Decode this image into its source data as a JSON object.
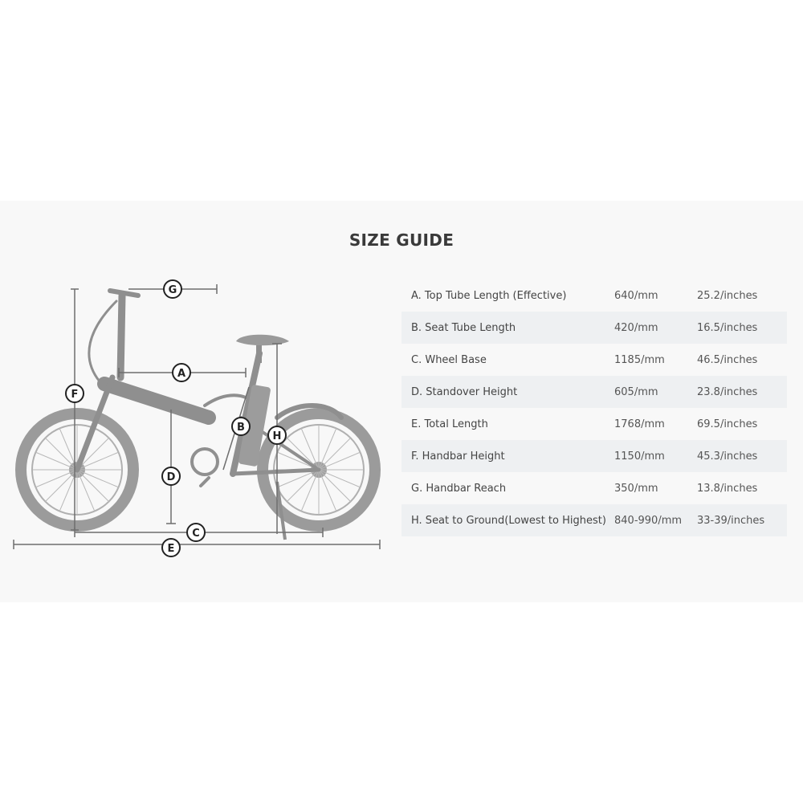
{
  "title": "SIZE GUIDE",
  "diagram": {
    "markers": {
      "a": "A",
      "b": "B",
      "c": "C",
      "d": "D",
      "e": "E",
      "f": "F",
      "g": "G",
      "h": "H"
    }
  },
  "rows": [
    {
      "label": "A. Top Tube Length (Effective)",
      "mm": "640/mm",
      "inches": "25.2/inches"
    },
    {
      "label": "B. Seat Tube Length",
      "mm": "420/mm",
      "inches": "16.5/inches"
    },
    {
      "label": "C. Wheel Base",
      "mm": "1185/mm",
      "inches": "46.5/inches"
    },
    {
      "label": "D. Standover Height",
      "mm": "605/mm",
      "inches": "23.8/inches"
    },
    {
      "label": "E. Total Length",
      "mm": "1768/mm",
      "inches": "69.5/inches"
    },
    {
      "label": "F. Handbar Height",
      "mm": "1150/mm",
      "inches": "45.3/inches"
    },
    {
      "label": "G. Handbar Reach",
      "mm": "350/mm",
      "inches": "13.8/inches"
    },
    {
      "label": "H. Seat to Ground(Lowest to Highest)",
      "mm": "840-990/mm",
      "inches": "33-39/inches"
    }
  ]
}
